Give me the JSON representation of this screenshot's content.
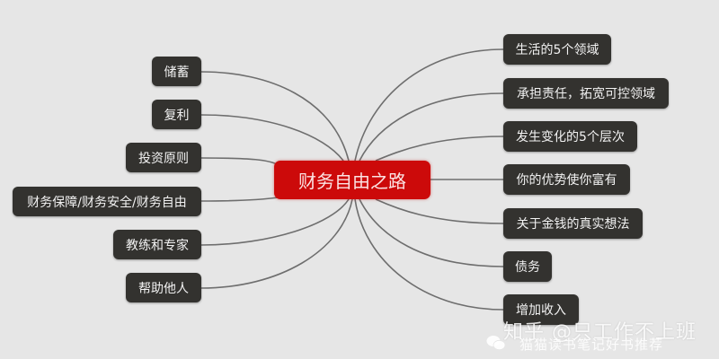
{
  "diagram": {
    "type": "mind-map",
    "center": {
      "label": "财务自由之路",
      "color": "#cc0a0a"
    },
    "left_nodes": [
      {
        "label": "储蓄"
      },
      {
        "label": "复利"
      },
      {
        "label": "投资原则"
      },
      {
        "label": "财务保障/财务安全/财务自由"
      },
      {
        "label": "教练和专家"
      },
      {
        "label": "帮助他人"
      }
    ],
    "right_nodes": [
      {
        "label": "生活的5个领域"
      },
      {
        "label": "承担责任，拓宽可控领域"
      },
      {
        "label": "发生变化的5个层次"
      },
      {
        "label": "你的优势使你富有"
      },
      {
        "label": "关于金钱的真实想法"
      },
      {
        "label": "债务"
      },
      {
        "label": "增加收入"
      }
    ],
    "node_color": "#33322f",
    "link_color": "#6e6e6e",
    "background": "#e6e6e6"
  },
  "watermark": {
    "line1": "知乎 @只工作不上班",
    "line2": "猫猫读书笔记好书推荐",
    "icon": "wechat-icon"
  }
}
